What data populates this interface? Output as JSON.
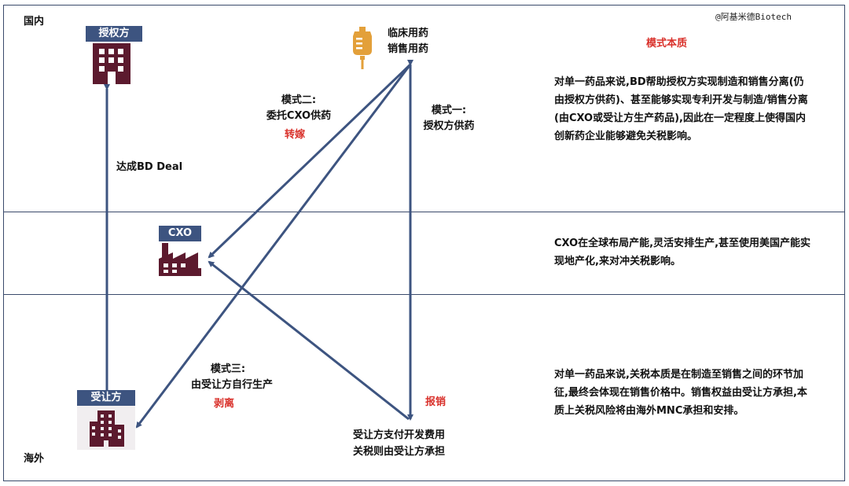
{
  "labels": {
    "domestic": "国内",
    "overseas": "海外",
    "watermark": "@阿基米德Biotech",
    "licensor": "授权方",
    "cxo": "CXO",
    "licensee": "受让方",
    "clinical_line1": "临床用药",
    "clinical_line2": "销售用药",
    "bd_deal": "达成BD Deal",
    "mode2_line1": "模式二:",
    "mode2_line2": "委托CXO供药",
    "mode2_tag": "转嫁",
    "mode1_line1": "模式一:",
    "mode1_line2": "授权方供药",
    "mode3_line1": "模式三:",
    "mode3_line2": "由受让方自行生产",
    "mode3_tag": "剥离",
    "reimburse": "报销",
    "payment_line1": "受让方支付开发费用",
    "payment_line2": "关税则由受让方承担"
  },
  "right_panel": {
    "title": "模式本质",
    "para1": "对单一药品来说,BD帮助授权方实现制造和销售分离(仍由授权方供药)、甚至能够实现专利开发与制造/销售分离(由CXO或受让方生产药品),因此在一定程度上使得国内创新药企业能够避免关税影响。",
    "para2": "CXO在全球布局产能,灵活安排生产,甚至使用美国产能实现地产化,来对冲关税影响。",
    "para3": "对单一药品来说,关税本质是在制造至销售之间的环节加征,最终会体现在销售价格中。销售权益由受让方承担,本质上关税风险将由海外MNC承担和安排。"
  },
  "colors": {
    "arrow": "#3d5480",
    "tag_bg": "#3d5480",
    "icon_maroon": "#5c1a2e",
    "drug_icon": "#e3a03a",
    "highlight_red": "#d9312b",
    "licensee_bg": "#f1eef0"
  },
  "icons": {
    "licensor": "office-building-icon",
    "cxo": "factory-icon",
    "licensee": "office-building-icon",
    "drug": "iv-drip-bag-icon"
  }
}
